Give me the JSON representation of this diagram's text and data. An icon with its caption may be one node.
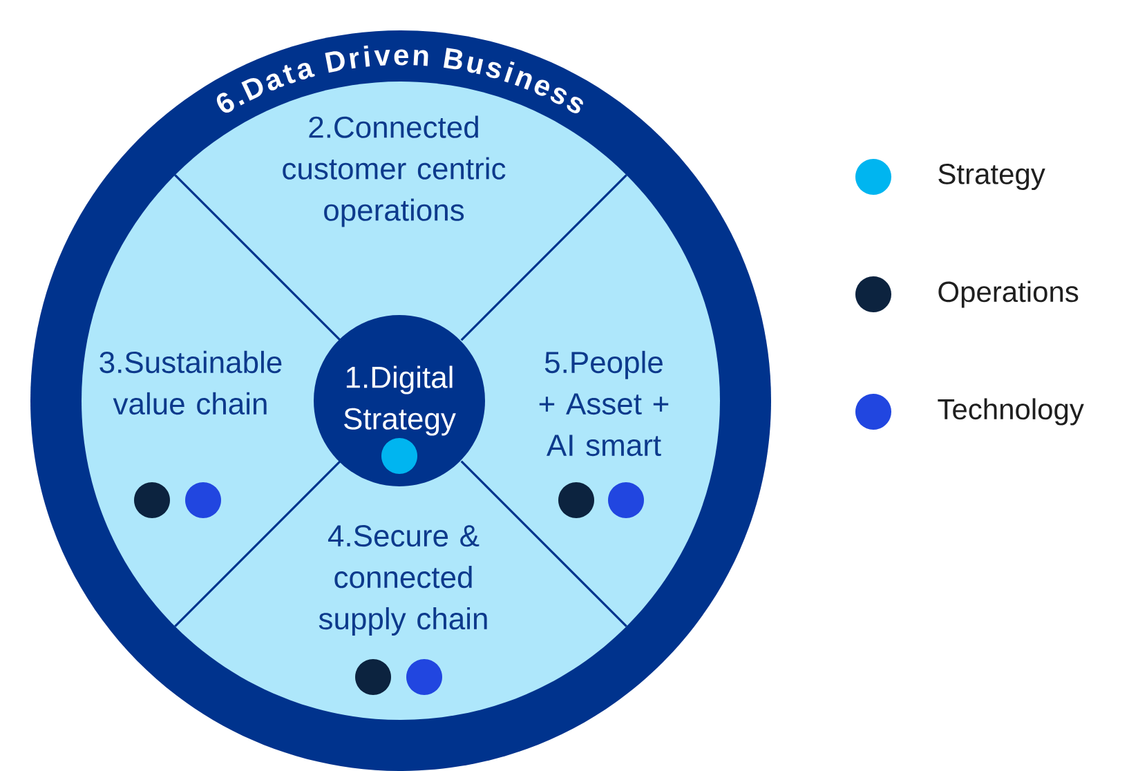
{
  "diagram": {
    "nodes": [
      {
        "text": [
          "6.Data Driven Business"
        ]
      },
      {
        "text": [
          "2.Connected customer centric operations"
        ],
        "in": 0
      },
      {
        "text": [
          "3.Sustainable value chain"
        ],
        "in": 0
      },
      {
        "text": [
          "1.Digital Strategy"
        ],
        "in": 0
      },
      {
        "text": [
          "5.People + Asset + AI smart"
        ],
        "in": 0
      },
      {
        "text": [
          "4.Secure & connected supply chain"
        ],
        "in": 0
      },
      {
        "text": [],
        "shape": "circle",
        "in": 3
      },
      {
        "text": [],
        "shape": "circle",
        "in": 0
      },
      {
        "text": [],
        "shape": "circle",
        "in": 0
      },
      {
        "text": [],
        "shape": "circle",
        "in": 0
      },
      {
        "text": [],
        "shape": "circle",
        "in": 0
      },
      {
        "text": [],
        "shape": "circle",
        "in": 0
      },
      {
        "text": [],
        "shape": "circle",
        "in": 0
      }
    ],
    "legend": [
      {
        "text": "Strategy",
        "color": "#00b5f0"
      },
      {
        "text": "Operations",
        "color": "#0c233f"
      },
      {
        "text": "Technology",
        "color": "#2146e0"
      }
    ]
  }
}
